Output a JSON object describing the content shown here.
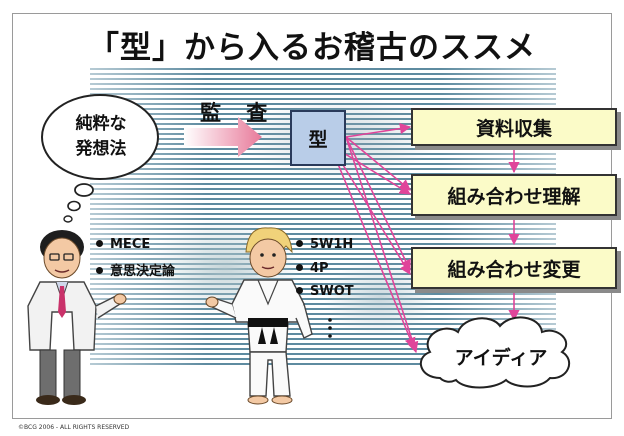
{
  "title": "「型」から入るお稽古のススメ",
  "arrow_label": "監 査",
  "kata_label": "型",
  "thought_bubble": {
    "line1": "純粋な",
    "line2": "発想法"
  },
  "left_bullets": [
    {
      "label": "MECE"
    },
    {
      "label": "意思決定論"
    }
  ],
  "right_bullets": [
    {
      "label": "5W1H"
    },
    {
      "label": "4P"
    },
    {
      "label": "SWOT"
    }
  ],
  "steps": [
    {
      "label": "資料収集"
    },
    {
      "label": "組み合わせ理解"
    },
    {
      "label": "組み合わせ変更"
    }
  ],
  "result_label": "アイディア",
  "copyright": "©BCG 2006 - ALL RIGHTS RESERVED",
  "colors": {
    "stripe": "#5e8ba0",
    "box_fill": "#fbfbc8",
    "kata_fill": "#b9cde8",
    "connector": "#e0449a",
    "block_arrow": "#e87a9a"
  }
}
